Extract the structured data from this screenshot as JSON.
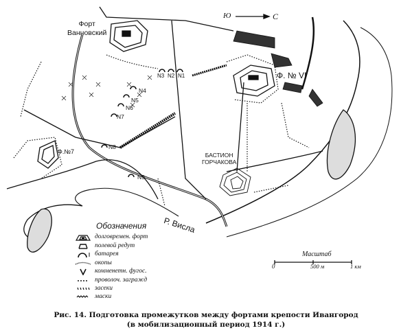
{
  "map": {
    "labels": {
      "fort_vannovsky": [
        "Форт",
        "Ванновский"
      ],
      "fort_6": "Ф. № VI",
      "fort_7": "Ф.№7",
      "bastion": [
        "БАСТИОН",
        "ГОРЧАКОВА"
      ],
      "river": "Р. Висла",
      "compass_south": "Ю",
      "compass_north": "С",
      "batteries": [
        "N3",
        "N2",
        "N1",
        "N4",
        "N5",
        "N6",
        "N7",
        "N8",
        "N9"
      ]
    },
    "legend": {
      "title": "Обозначения",
      "items": [
        {
          "symbol": "long-term-fort",
          "label": "долговремен. форт"
        },
        {
          "symbol": "field-redoubt",
          "label": "полевой редут"
        },
        {
          "symbol": "battery",
          "label": "батарея"
        },
        {
          "symbol": "trenches",
          "label": "окопы"
        },
        {
          "symbol": "command-mine",
          "label": "комменетн. фугос."
        },
        {
          "symbol": "wire-obstacle",
          "label": "проволоч. загражд"
        },
        {
          "symbol": "abatis",
          "label": "засеки"
        },
        {
          "symbol": "masks",
          "label": "маски"
        }
      ]
    },
    "scale": {
      "title": "Масштаб",
      "ticks": [
        "0",
        "500 м",
        "1 км"
      ]
    }
  },
  "caption": {
    "line1": "Рис. 14. Подготовка промежутков между фортами крепости Ивангород",
    "line2": "(в мобилизационный период 1914 г.)"
  }
}
